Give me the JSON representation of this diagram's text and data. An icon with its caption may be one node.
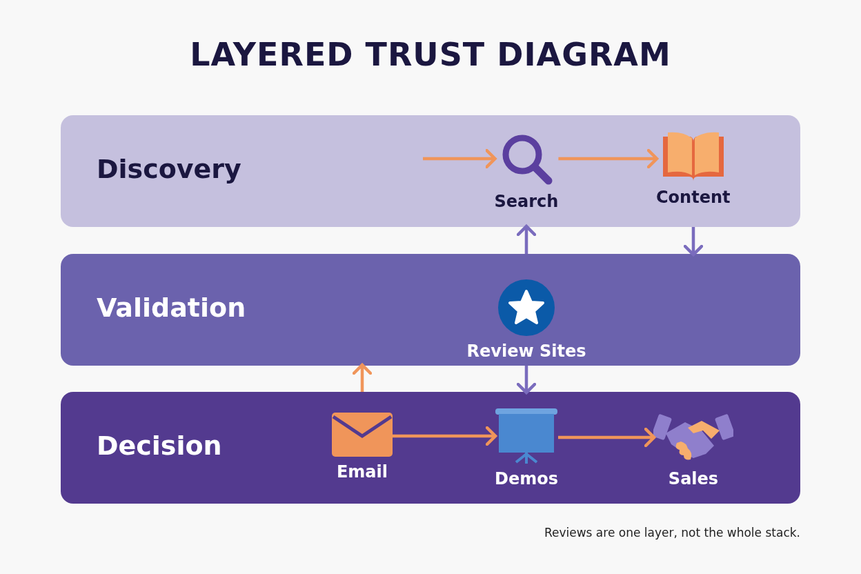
{
  "diagram": {
    "title": "LAYERED TRUST DIAGRAM",
    "nodes": [
      {
        "text": [
          "Discovery"
        ]
      },
      {
        "text": [
          "Search"
        ],
        "in": 0
      },
      {
        "text": [
          "Content"
        ],
        "in": 0
      },
      {
        "text": [
          "Validation"
        ]
      },
      {
        "text": [
          "Review Sites"
        ],
        "in": 3
      },
      {
        "text": [
          "Decision"
        ]
      },
      {
        "text": [
          "Email"
        ],
        "in": 5
      },
      {
        "text": [
          "Demos"
        ],
        "in": 5
      },
      {
        "text": [
          "Sales"
        ],
        "in": 5
      }
    ],
    "edges": [
      {
        "from": null,
        "to": 1,
        "arrow": "to"
      },
      {
        "from": 1,
        "to": 2,
        "arrow": "to"
      },
      {
        "from": 3,
        "to": 0,
        "arrow": "to",
        "color": "#7a6cbd"
      },
      {
        "from": 0,
        "to": 3,
        "arrow": "to",
        "color": "#7a6cbd"
      },
      {
        "from": 5,
        "to": 3,
        "arrow": "to"
      },
      {
        "from": 3,
        "to": 5,
        "arrow": "to",
        "color": "#7a6cbd"
      },
      {
        "from": 6,
        "to": 7,
        "arrow": "to"
      },
      {
        "from": 7,
        "to": 8,
        "arrow": "to"
      }
    ],
    "caption": "Reviews are one layer, not the whole stack."
  }
}
